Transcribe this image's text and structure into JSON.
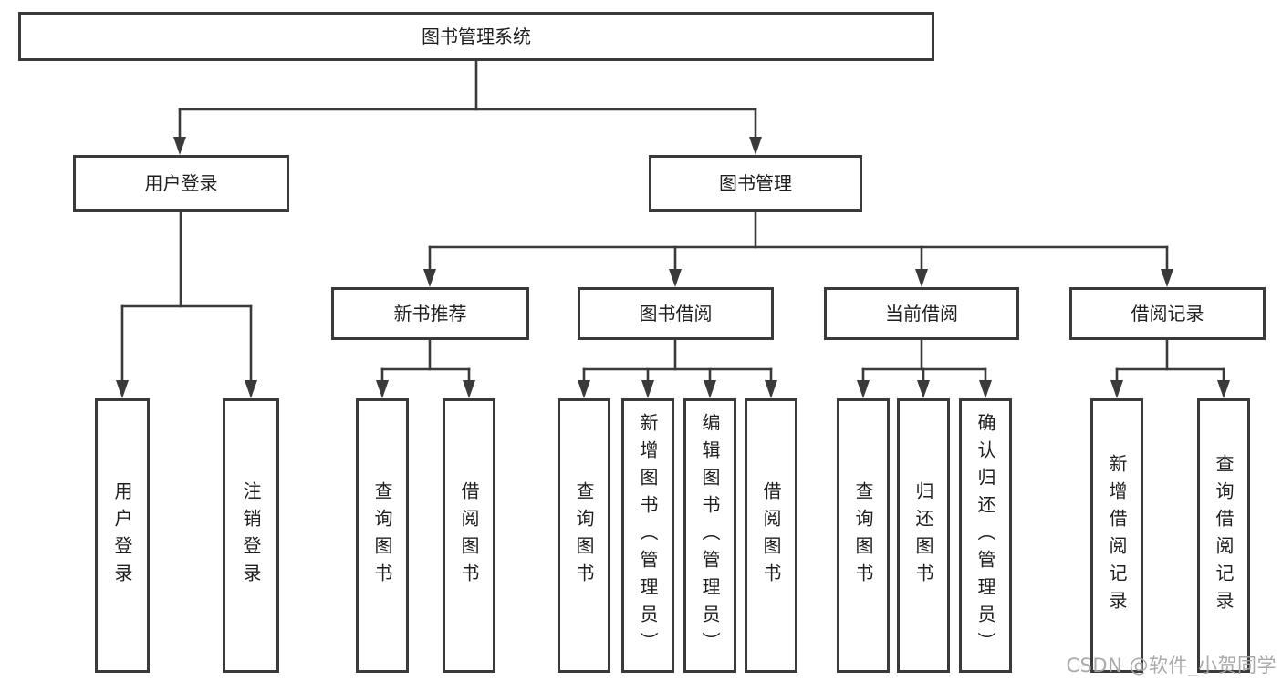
{
  "diagram": {
    "root": {
      "label": "图书管理系统"
    },
    "level2": [
      {
        "label": "用户登录"
      },
      {
        "label": "图书管理"
      }
    ],
    "level3": [
      {
        "label": "新书推荐"
      },
      {
        "label": "图书借阅"
      },
      {
        "label": "当前借阅"
      },
      {
        "label": "借阅记录"
      }
    ],
    "leaves": [
      {
        "label": "用户登录"
      },
      {
        "label": "注销登录"
      },
      {
        "label": "查询图书"
      },
      {
        "label": "借阅图书"
      },
      {
        "label": "查询图书"
      },
      {
        "label": "新增图书（管理员）"
      },
      {
        "label": "编辑图书（管理员）"
      },
      {
        "label": "借阅图书"
      },
      {
        "label": "查询图书"
      },
      {
        "label": "归还图书"
      },
      {
        "label": "确认归还（管理员）"
      },
      {
        "label": "新增借阅记录"
      },
      {
        "label": "查询借阅记录"
      }
    ]
  },
  "watermark": "CSDN @软件_小贺同学",
  "colors": {
    "line": "#3a3a3a",
    "text": "#1f1f1f",
    "watermark": "#a6a6a6",
    "background": "#ffffff"
  }
}
